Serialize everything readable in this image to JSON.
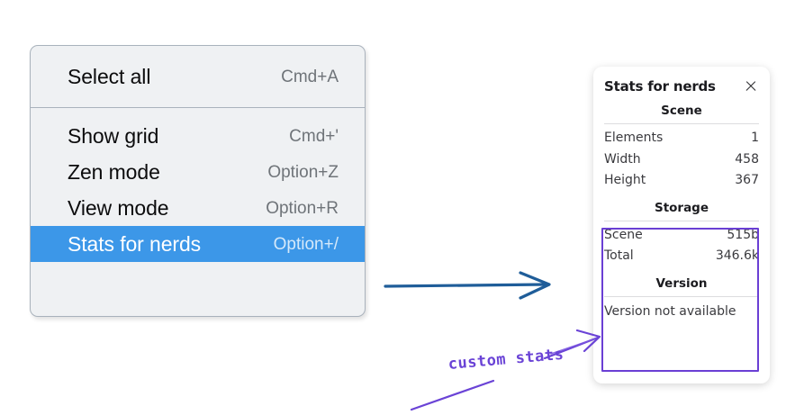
{
  "menu": {
    "name": "context-menu",
    "sections": [
      {
        "items": [
          {
            "label": "Select all",
            "shortcut": "Cmd+A",
            "highlighted": false
          }
        ]
      },
      {
        "items": [
          {
            "label": "Show grid",
            "shortcut": "Cmd+'",
            "highlighted": false
          },
          {
            "label": "Zen mode",
            "shortcut": "Option+Z",
            "highlighted": false
          },
          {
            "label": "View mode",
            "shortcut": "Option+R",
            "highlighted": false
          },
          {
            "label": "Stats for nerds",
            "shortcut": "Option+/",
            "highlighted": true
          }
        ]
      }
    ],
    "highlight_color": "#3c97e8",
    "background_color": "#eff1f3",
    "border_color": "#a9b2bc"
  },
  "stats_panel": {
    "title": "Stats for nerds",
    "close_icon": "close-icon",
    "sections": [
      {
        "heading": "Scene",
        "rows": [
          {
            "key": "Elements",
            "value": "1"
          },
          {
            "key": "Width",
            "value": "458"
          },
          {
            "key": "Height",
            "value": "367"
          }
        ]
      },
      {
        "heading": "Storage",
        "rows": [
          {
            "key": "Scene",
            "value": "515b"
          },
          {
            "key": "Total",
            "value": "346.6k"
          }
        ]
      },
      {
        "heading": "Version",
        "rows": [],
        "note": "Version not available"
      }
    ]
  },
  "annotations": {
    "text": "custom stats",
    "text_color": "#6a43d6",
    "box_color": "#6a3fd4",
    "arrow_color": "#1f5d99"
  }
}
